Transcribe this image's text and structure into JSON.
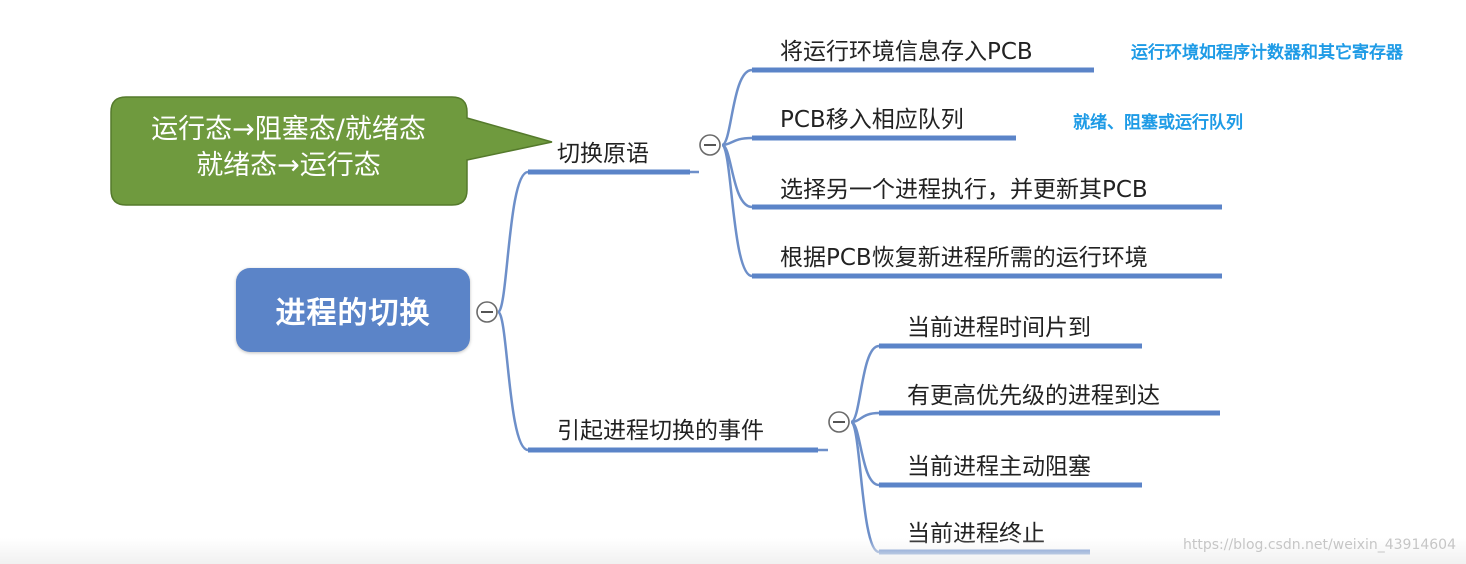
{
  "root": {
    "label": "进程的切换"
  },
  "callout": {
    "lines": [
      "运行态→阻塞态/就绪态",
      "就绪态→运行态"
    ],
    "fill": "#6f9a3e"
  },
  "branches": [
    {
      "label": "切换原语",
      "children": [
        {
          "label": "将运行环境信息存入PCB",
          "note": "运行环境如程序计数器和其它寄存器"
        },
        {
          "label": "PCB移入相应队列",
          "note": "就绪、阻塞或运行队列"
        },
        {
          "label": "选择另一个进程执行，并更新其PCB"
        },
        {
          "label": "根据PCB恢复新进程所需的运行环境"
        }
      ]
    },
    {
      "label": "引起进程切换的事件",
      "children": [
        {
          "label": "当前进程时间片到"
        },
        {
          "label": "有更高优先级的进程到达"
        },
        {
          "label": "当前进程主动阻塞"
        },
        {
          "label": "当前进程终止"
        }
      ]
    }
  ],
  "colors": {
    "root": "#5b84c8",
    "branch_line": "#6d8fc9",
    "note_text": "#1e9be6",
    "callout": "#6f9a3e"
  },
  "watermark": "https://blog.csdn.net/weixin_43914604"
}
